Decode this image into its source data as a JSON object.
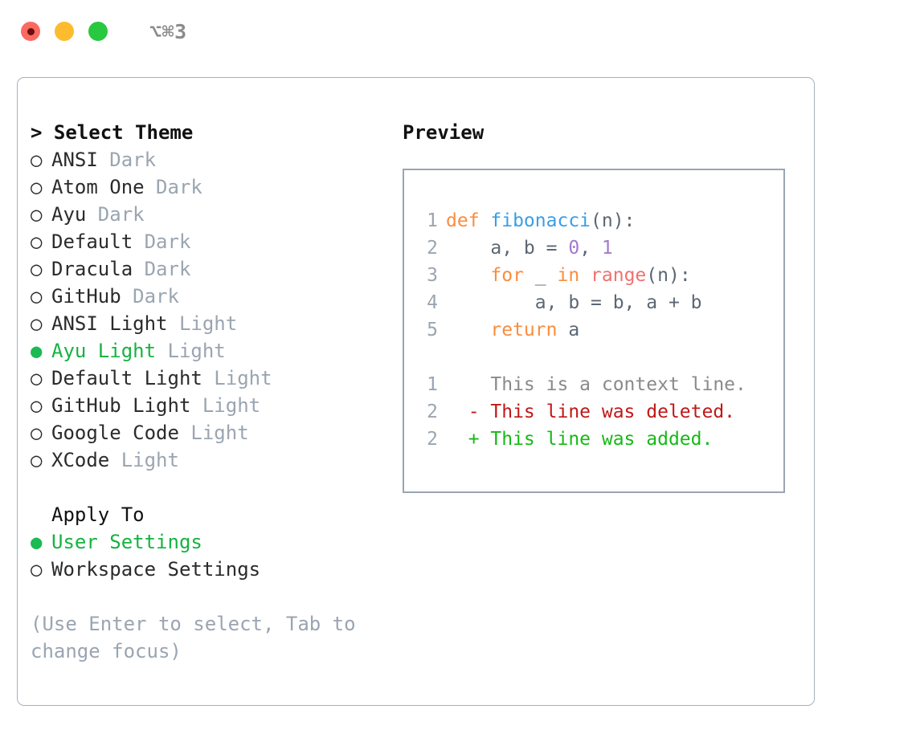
{
  "titlebar": {
    "traffic_lights": [
      "close-red",
      "minimize-yellow",
      "maximize-green"
    ],
    "shortcut": "⌥⌘3"
  },
  "theme_list": {
    "header": "> Select Theme",
    "items": [
      {
        "marker": "○",
        "name": "ANSI",
        "variant": "Dark",
        "selected": false
      },
      {
        "marker": "○",
        "name": "Atom One",
        "variant": "Dark",
        "selected": false
      },
      {
        "marker": "○",
        "name": "Ayu",
        "variant": "Dark",
        "selected": false
      },
      {
        "marker": "○",
        "name": "Default",
        "variant": "Dark",
        "selected": false
      },
      {
        "marker": "○",
        "name": "Dracula",
        "variant": "Dark",
        "selected": false
      },
      {
        "marker": "○",
        "name": "GitHub",
        "variant": "Dark",
        "selected": false
      },
      {
        "marker": "○",
        "name": "ANSI Light",
        "variant": "Light",
        "selected": false
      },
      {
        "marker": "●",
        "name": "Ayu Light",
        "variant": "Light",
        "selected": true
      },
      {
        "marker": "○",
        "name": "Default Light",
        "variant": "Light",
        "selected": false
      },
      {
        "marker": "○",
        "name": "GitHub Light",
        "variant": "Light",
        "selected": false
      },
      {
        "marker": "○",
        "name": "Google Code",
        "variant": "Light",
        "selected": false
      },
      {
        "marker": "○",
        "name": "XCode",
        "variant": "Light",
        "selected": false
      }
    ]
  },
  "apply_to": {
    "header": "Apply To",
    "items": [
      {
        "marker": "●",
        "name": "User Settings",
        "selected": true
      },
      {
        "marker": "○",
        "name": "Workspace Settings",
        "selected": false
      }
    ]
  },
  "hint": "(Use Enter to select, Tab to change focus)",
  "preview": {
    "title": "Preview",
    "code_lines": [
      {
        "lineno": "1",
        "tokens": [
          {
            "text": "def ",
            "type": "keyword"
          },
          {
            "text": "fibonacci",
            "type": "function"
          },
          {
            "text": "(n):",
            "type": "plain"
          }
        ]
      },
      {
        "lineno": "2",
        "tokens": [
          {
            "text": "    a, b = ",
            "type": "plain"
          },
          {
            "text": "0",
            "type": "number"
          },
          {
            "text": ", ",
            "type": "plain"
          },
          {
            "text": "1",
            "type": "number"
          }
        ]
      },
      {
        "lineno": "3",
        "tokens": [
          {
            "text": "    ",
            "type": "plain"
          },
          {
            "text": "for",
            "type": "keyword"
          },
          {
            "text": " _ ",
            "type": "plain"
          },
          {
            "text": "in",
            "type": "keyword"
          },
          {
            "text": " ",
            "type": "plain"
          },
          {
            "text": "range",
            "type": "call"
          },
          {
            "text": "(n):",
            "type": "plain"
          }
        ]
      },
      {
        "lineno": "4",
        "tokens": [
          {
            "text": "        a, b = b, a + b",
            "type": "plain"
          }
        ]
      },
      {
        "lineno": "5",
        "tokens": [
          {
            "text": "    ",
            "type": "plain"
          },
          {
            "text": "return",
            "type": "keyword"
          },
          {
            "text": " a",
            "type": "plain"
          }
        ]
      }
    ],
    "diff_lines": [
      {
        "lineno": "1",
        "marker": "  ",
        "text": "This is a context line.",
        "type": "context"
      },
      {
        "lineno": "2",
        "marker": "- ",
        "text": "This line was deleted.",
        "type": "deleted"
      },
      {
        "lineno": "2",
        "marker": "+ ",
        "text": "This line was added.",
        "type": "added"
      }
    ]
  },
  "colors": {
    "keyword": "#fa8d3e",
    "function": "#399ee6",
    "number": "#a37acc",
    "call": "#f07171",
    "plain": "#5c6773",
    "lineno": "#9aa5b1",
    "selected_green": "#15b341",
    "diff_context": "#8a8a8a",
    "diff_deleted": "#c01818",
    "diff_added": "#16b916",
    "muted": "#9aa5b1",
    "border": "#a8b0bd"
  }
}
